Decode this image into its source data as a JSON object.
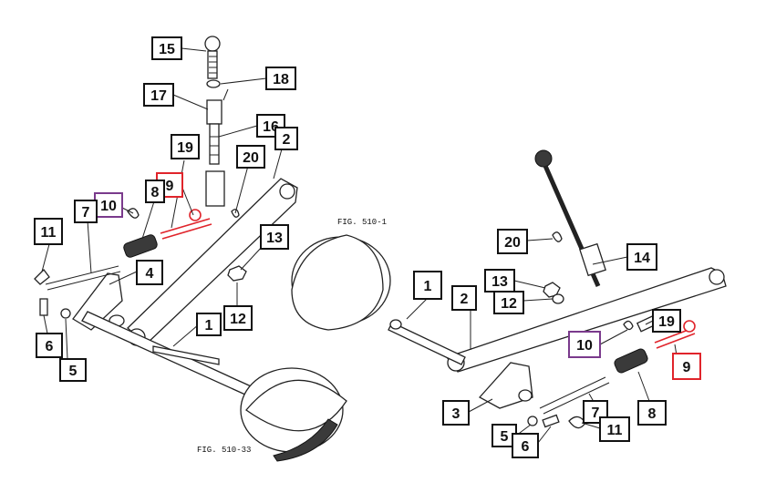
{
  "diagram": {
    "figure_refs": [
      "FIG. 510-1",
      "FIG. 510-33"
    ],
    "left_assembly": {
      "callouts": [
        "15",
        "18",
        "17",
        "16",
        "2",
        "19",
        "20",
        "9",
        "8",
        "10",
        "7",
        "11",
        "13",
        "4",
        "12",
        "1",
        "6",
        "5"
      ]
    },
    "right_assembly": {
      "callouts": [
        "20",
        "14",
        "1",
        "13",
        "12",
        "2",
        "19",
        "10",
        "9",
        "3",
        "7",
        "8",
        "5",
        "11",
        "6"
      ]
    },
    "highlight_colors": {
      "red": "#e0242b",
      "purple": "#7a3a8c"
    },
    "highlighted_parts": {
      "red": "9",
      "purple": "10"
    }
  }
}
